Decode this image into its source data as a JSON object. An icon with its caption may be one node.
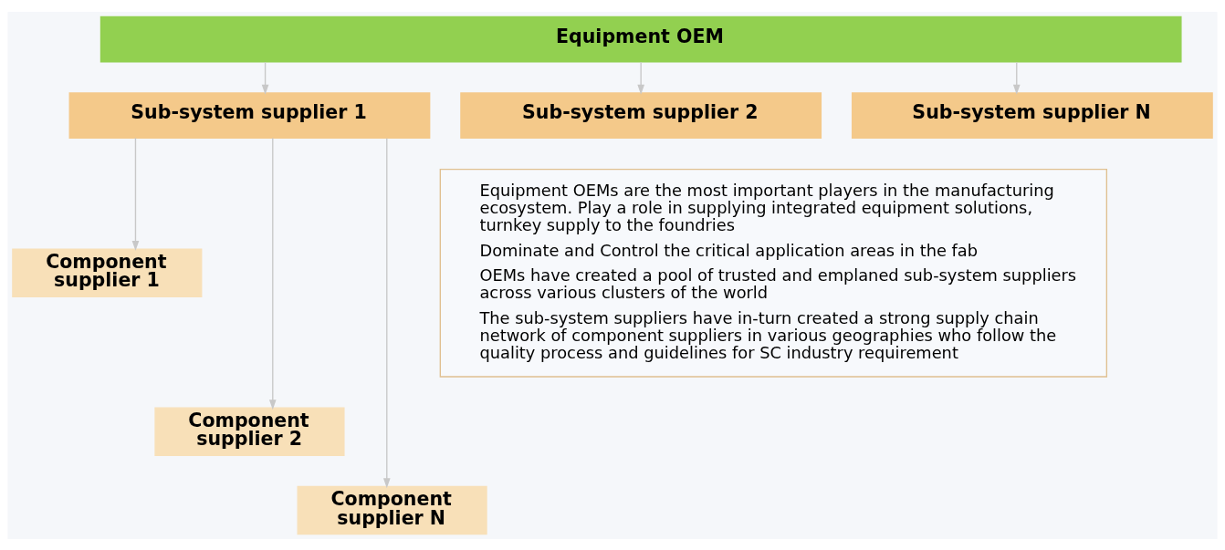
{
  "diagram": {
    "nodes": [
      {
        "text": [
          "Equipment OEM"
        ]
      },
      {
        "text": [
          "Sub-system supplier 1"
        ]
      },
      {
        "text": [
          "Sub-system supplier 2"
        ]
      },
      {
        "text": [
          "Sub-system supplier N"
        ]
      },
      {
        "text": [
          "Component supplier 1"
        ]
      },
      {
        "text": [
          "Component supplier 2"
        ]
      },
      {
        "text": [
          "Component supplier N"
        ]
      },
      {
        "text": [
          "Equipment OEMs are the most important players in the manufacturing ecosystem. Play a role in supplying integrated equipment solutions, turnkey supply to the foundries",
          "Dominate and Control the critical application areas in the fab",
          "OEMs have created a pool of trusted and emplaned sub-system suppliers across various clusters of the world",
          "The sub-system suppliers have in-turn created a strong supply chain network of component suppliers in various geographies who follow the quality process and guidelines for SC industry requirement"
        ]
      }
    ],
    "edges": [
      {
        "from": 0,
        "to": 1,
        "arrow": "to"
      },
      {
        "from": 0,
        "to": 2,
        "arrow": "to"
      },
      {
        "from": 0,
        "to": 3,
        "arrow": "to"
      },
      {
        "from": 1,
        "to": 4,
        "arrow": "to"
      },
      {
        "from": 1,
        "to": 5,
        "arrow": "to"
      },
      {
        "from": 1,
        "to": 6,
        "arrow": "to"
      }
    ]
  }
}
